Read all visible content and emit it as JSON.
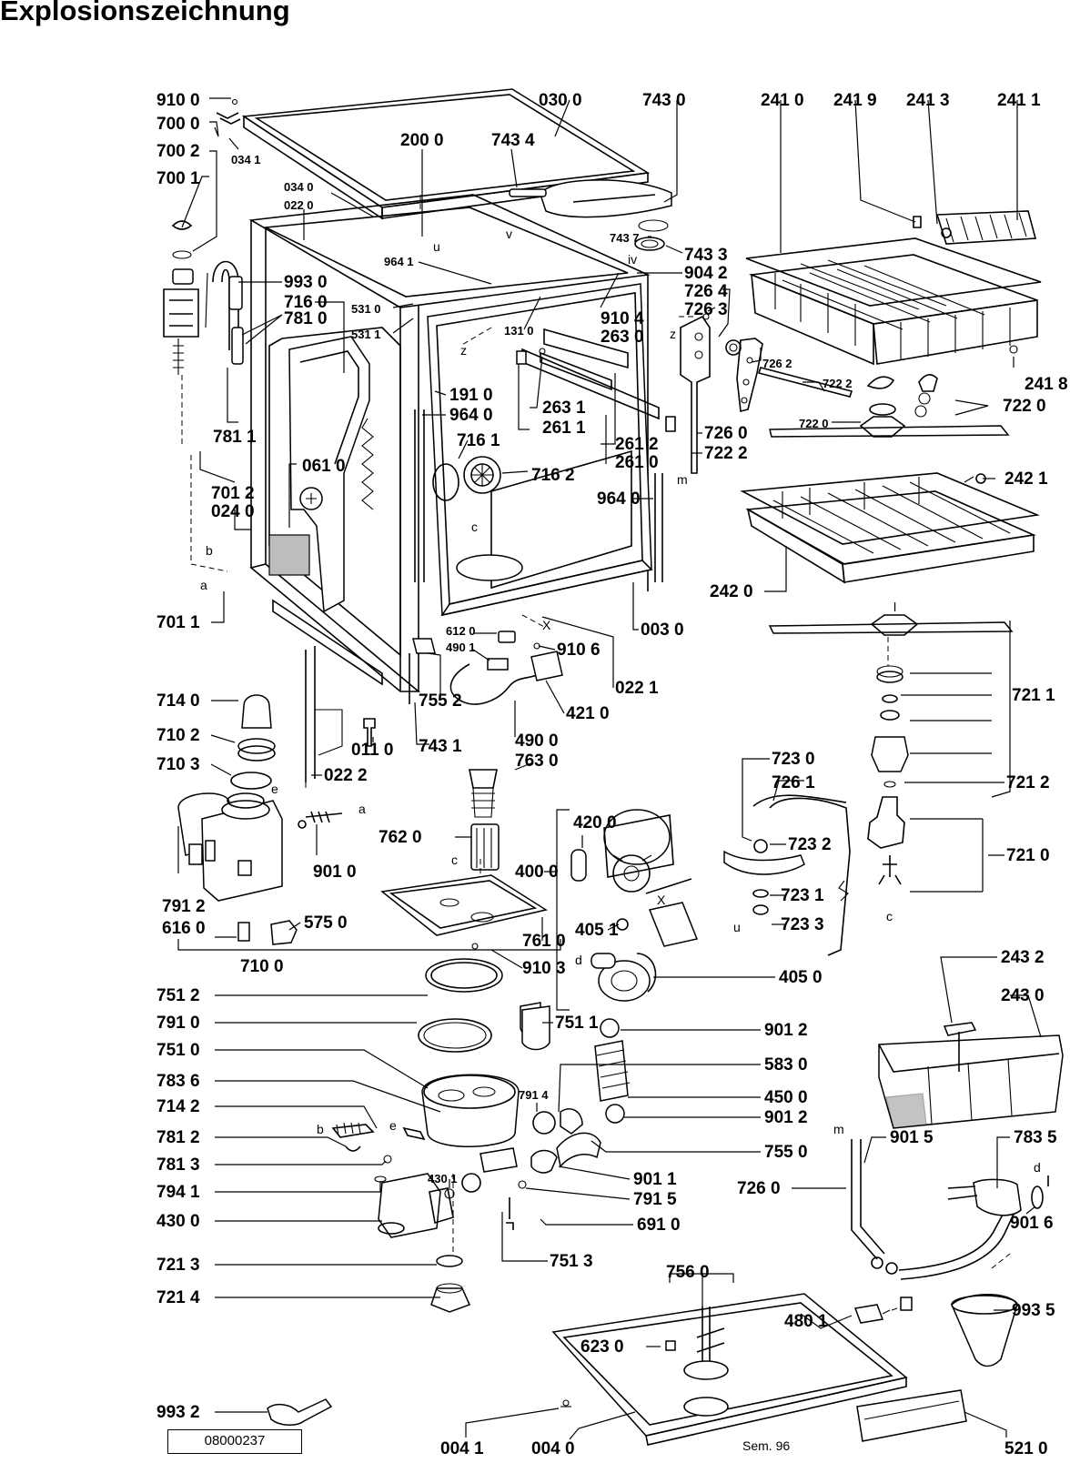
{
  "title": "Explosionszeichnung",
  "doc_number": "08000237",
  "part_labels": [
    {
      "id": "l01",
      "text": "910 0"
    },
    {
      "id": "l02",
      "text": "700 0"
    },
    {
      "id": "l03",
      "text": "034 1"
    },
    {
      "id": "l04",
      "text": "700 2"
    },
    {
      "id": "l05",
      "text": "700 1"
    },
    {
      "id": "l06",
      "text": "030 0"
    },
    {
      "id": "l07",
      "text": "743 0"
    },
    {
      "id": "l08",
      "text": "241 0"
    },
    {
      "id": "l09",
      "text": "241 9"
    },
    {
      "id": "l10",
      "text": "241 3"
    },
    {
      "id": "l11",
      "text": "241 1"
    },
    {
      "id": "l12",
      "text": "200 0"
    },
    {
      "id": "l13",
      "text": "743 4"
    },
    {
      "id": "l14",
      "text": "034 0"
    },
    {
      "id": "l15",
      "text": "022 0"
    },
    {
      "id": "l16",
      "text": "743 7"
    },
    {
      "id": "l17",
      "text": "743 3"
    },
    {
      "id": "l18",
      "text": "964 1"
    },
    {
      "id": "l19",
      "text": "904 2"
    },
    {
      "id": "l20",
      "text": "993 0"
    },
    {
      "id": "l21",
      "text": "726 4"
    },
    {
      "id": "l22",
      "text": "716 0"
    },
    {
      "id": "l23",
      "text": "531 0"
    },
    {
      "id": "l24",
      "text": "726 3"
    },
    {
      "id": "l25",
      "text": "781 0"
    },
    {
      "id": "l26",
      "text": "531 1"
    },
    {
      "id": "l27",
      "text": "131 0"
    },
    {
      "id": "l28",
      "text": "910 4"
    },
    {
      "id": "l29",
      "text": "263 0"
    },
    {
      "id": "l30",
      "text": "726 2"
    },
    {
      "id": "l31",
      "text": "722 2"
    },
    {
      "id": "l32",
      "text": "241 8"
    },
    {
      "id": "l33",
      "text": "191 0"
    },
    {
      "id": "l34",
      "text": "964 0"
    },
    {
      "id": "l35",
      "text": "263 1"
    },
    {
      "id": "l36",
      "text": "722 0"
    },
    {
      "id": "l37",
      "text": "722 0"
    },
    {
      "id": "l38",
      "text": "781 1"
    },
    {
      "id": "l39",
      "text": "261 1"
    },
    {
      "id": "l40",
      "text": "716 1"
    },
    {
      "id": "l41",
      "text": "261 2"
    },
    {
      "id": "l42",
      "text": "726 0"
    },
    {
      "id": "l43",
      "text": "261 0"
    },
    {
      "id": "l44",
      "text": "722 2"
    },
    {
      "id": "l45",
      "text": "701 2"
    },
    {
      "id": "l46",
      "text": "061 0"
    },
    {
      "id": "l47",
      "text": "716 2"
    },
    {
      "id": "l48",
      "text": "242 1"
    },
    {
      "id": "l49",
      "text": "024 0"
    },
    {
      "id": "l50",
      "text": "964 0"
    },
    {
      "id": "l51",
      "text": "242 0"
    },
    {
      "id": "l52",
      "text": "701 1"
    },
    {
      "id": "l53",
      "text": "003 0"
    },
    {
      "id": "l54",
      "text": "612 0"
    },
    {
      "id": "l55",
      "text": "490 1"
    },
    {
      "id": "l56",
      "text": "910 6"
    },
    {
      "id": "l57",
      "text": "022 1"
    },
    {
      "id": "l58",
      "text": "721 1"
    },
    {
      "id": "l59",
      "text": "714 0"
    },
    {
      "id": "l60",
      "text": "755 2"
    },
    {
      "id": "l61",
      "text": "421 0"
    },
    {
      "id": "l62",
      "text": "710 2"
    },
    {
      "id": "l63",
      "text": "011 0"
    },
    {
      "id": "l64",
      "text": "743 1"
    },
    {
      "id": "l65",
      "text": "490 0"
    },
    {
      "id": "l66",
      "text": "710 3"
    },
    {
      "id": "l67",
      "text": "022 2"
    },
    {
      "id": "l68",
      "text": "763 0"
    },
    {
      "id": "l69",
      "text": "723 0"
    },
    {
      "id": "l70",
      "text": "726 1"
    },
    {
      "id": "l71",
      "text": "721 2"
    },
    {
      "id": "l72",
      "text": "762 0"
    },
    {
      "id": "l73",
      "text": "420 0"
    },
    {
      "id": "l74",
      "text": "723 2"
    },
    {
      "id": "l75",
      "text": "721 0"
    },
    {
      "id": "l76",
      "text": "901 0"
    },
    {
      "id": "l77",
      "text": "400 0"
    },
    {
      "id": "l78",
      "text": "723 1"
    },
    {
      "id": "l79",
      "text": "723 3"
    },
    {
      "id": "l80",
      "text": "791 2"
    },
    {
      "id": "l81",
      "text": "575 0"
    },
    {
      "id": "l82",
      "text": "616 0"
    },
    {
      "id": "l83",
      "text": "405 1"
    },
    {
      "id": "l84",
      "text": "761 0"
    },
    {
      "id": "l85",
      "text": "710 0"
    },
    {
      "id": "l86",
      "text": "910 3"
    },
    {
      "id": "l87",
      "text": "405 0"
    },
    {
      "id": "l88",
      "text": "243 2"
    },
    {
      "id": "l89",
      "text": "751 2"
    },
    {
      "id": "l90",
      "text": "243 0"
    },
    {
      "id": "l91",
      "text": "791 0"
    },
    {
      "id": "l92",
      "text": "751 1"
    },
    {
      "id": "l93",
      "text": "901 2"
    },
    {
      "id": "l94",
      "text": "751 0"
    },
    {
      "id": "l95",
      "text": "583 0"
    },
    {
      "id": "l96",
      "text": "783 6"
    },
    {
      "id": "l97",
      "text": "450 0"
    },
    {
      "id": "l98",
      "text": "791 4"
    },
    {
      "id": "l99",
      "text": "714 2"
    },
    {
      "id": "l100",
      "text": "901 2"
    },
    {
      "id": "l101",
      "text": "901 5"
    },
    {
      "id": "l102",
      "text": "783 5"
    },
    {
      "id": "l103",
      "text": "781 2"
    },
    {
      "id": "l104",
      "text": "755 0"
    },
    {
      "id": "l105",
      "text": "781 3"
    },
    {
      "id": "l106",
      "text": "901 1"
    },
    {
      "id": "l107",
      "text": "726 0"
    },
    {
      "id": "l108",
      "text": "430 1"
    },
    {
      "id": "l109",
      "text": "791 5"
    },
    {
      "id": "l110",
      "text": "794 1"
    },
    {
      "id": "l111",
      "text": "901 6"
    },
    {
      "id": "l112",
      "text": "430 0"
    },
    {
      "id": "l113",
      "text": "691 0"
    },
    {
      "id": "l114",
      "text": "751 3"
    },
    {
      "id": "l115",
      "text": "721 3"
    },
    {
      "id": "l116",
      "text": "756 0"
    },
    {
      "id": "l117",
      "text": "721 4"
    },
    {
      "id": "l118",
      "text": "480 1"
    },
    {
      "id": "l119",
      "text": "623 0"
    },
    {
      "id": "l120",
      "text": "993 5"
    },
    {
      "id": "l121",
      "text": "993 2"
    },
    {
      "id": "l122",
      "text": "004 1"
    },
    {
      "id": "l123",
      "text": "004 0"
    },
    {
      "id": "l124",
      "text": "521 0"
    }
  ],
  "reference_letters": [
    {
      "id": "r01",
      "text": "u"
    },
    {
      "id": "r02",
      "text": "v"
    },
    {
      "id": "r03",
      "text": "iv"
    },
    {
      "id": "r04",
      "text": "z"
    },
    {
      "id": "r05",
      "text": "z"
    },
    {
      "id": "r06",
      "text": "m"
    },
    {
      "id": "r07",
      "text": "c"
    },
    {
      "id": "r08",
      "text": "b"
    },
    {
      "id": "r09",
      "text": "a"
    },
    {
      "id": "r10",
      "text": "X"
    },
    {
      "id": "r11",
      "text": "e"
    },
    {
      "id": "r12",
      "text": "a"
    },
    {
      "id": "r13",
      "text": "c"
    },
    {
      "id": "r14",
      "text": "X"
    },
    {
      "id": "r15",
      "text": "d"
    },
    {
      "id": "r16",
      "text": "u"
    },
    {
      "id": "r17",
      "text": "c"
    },
    {
      "id": "r18",
      "text": "m"
    },
    {
      "id": "r19",
      "text": "d"
    },
    {
      "id": "r20",
      "text": "e"
    },
    {
      "id": "r21",
      "text": "b"
    },
    {
      "id": "r22",
      "text": "l"
    }
  ],
  "sheet_mark": "Sem. 96"
}
